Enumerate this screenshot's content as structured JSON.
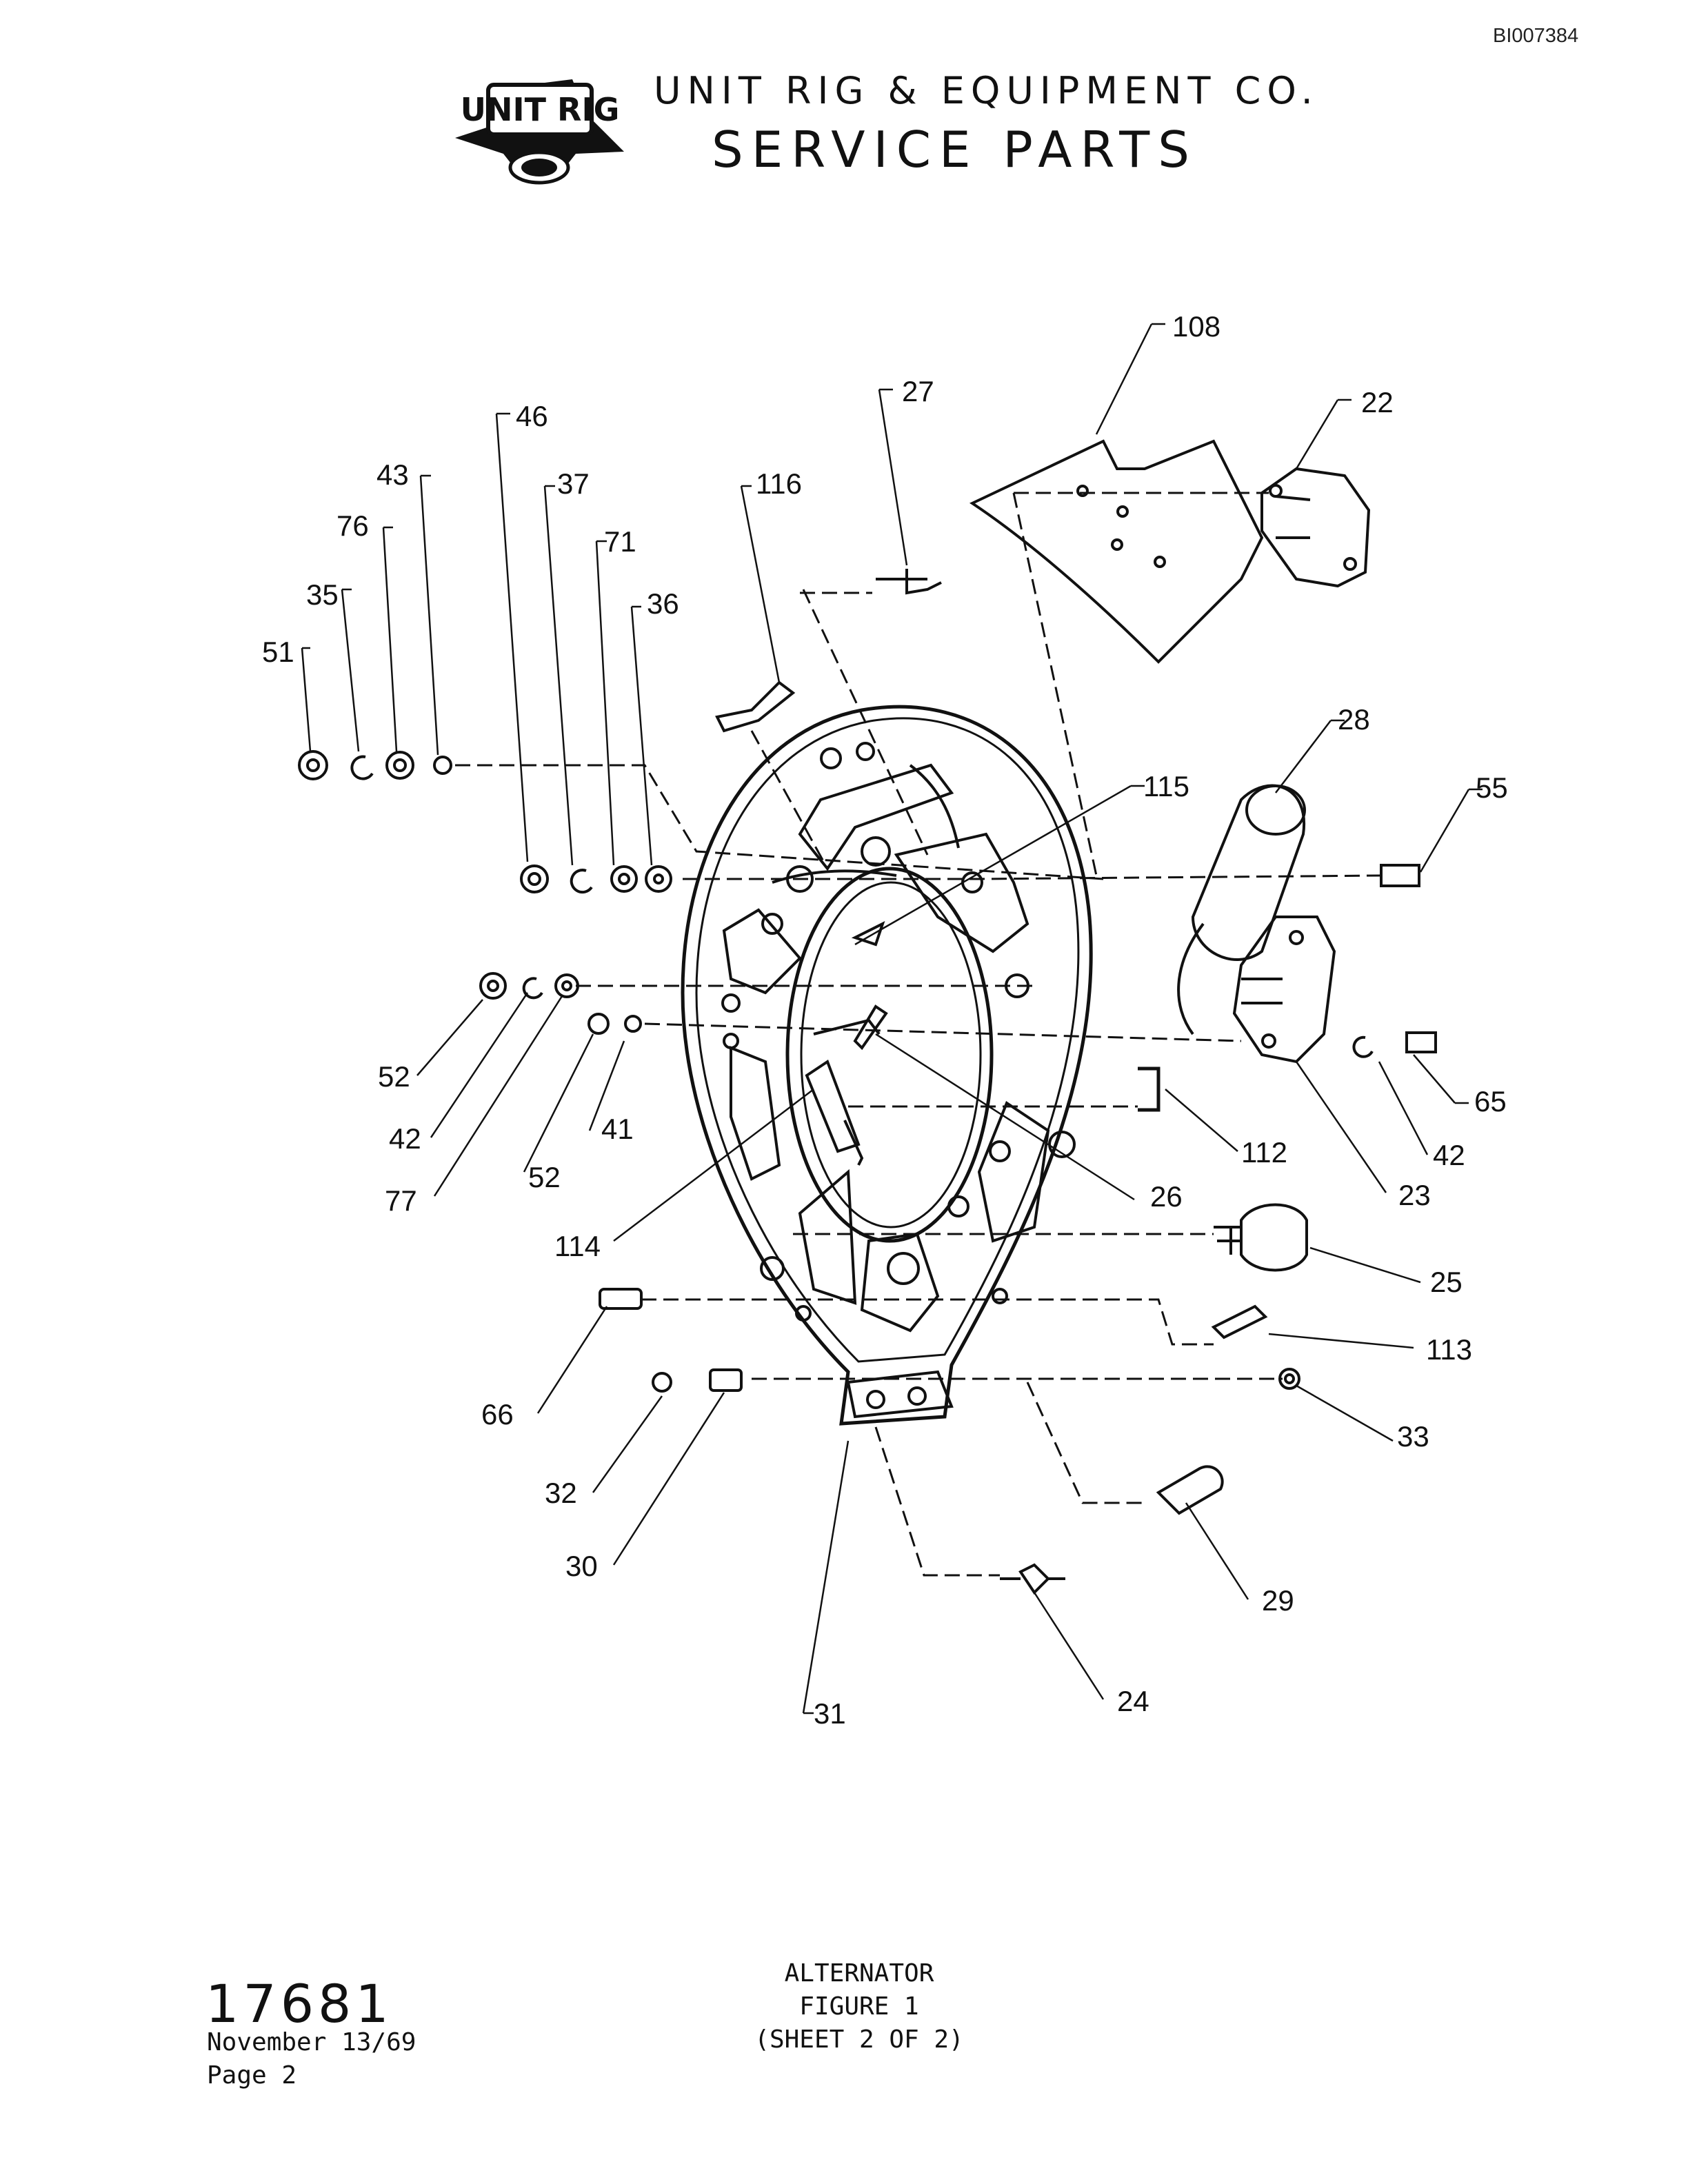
{
  "document": {
    "doc_id": "BI007384",
    "logo_text": "UNIT RIG",
    "company": "UNIT RIG & EQUIPMENT CO.",
    "heading": "SERVICE PARTS"
  },
  "diagram": {
    "part_labels": [
      "108",
      "27",
      "22",
      "46",
      "43",
      "37",
      "116",
      "76",
      "71",
      "35",
      "36",
      "51",
      "28",
      "115",
      "55",
      "52",
      "42",
      "41",
      "65",
      "112",
      "77",
      "52",
      "26",
      "42",
      "23",
      "114",
      "25",
      "113",
      "66",
      "33",
      "32",
      "30",
      "29",
      "24",
      "31"
    ]
  },
  "footer": {
    "document_number": "17681",
    "date": "November 13/69",
    "page": "Page 2",
    "title": "ALTERNATOR",
    "figure": "FIGURE 1",
    "sheet": "(SHEET 2 OF 2)"
  }
}
